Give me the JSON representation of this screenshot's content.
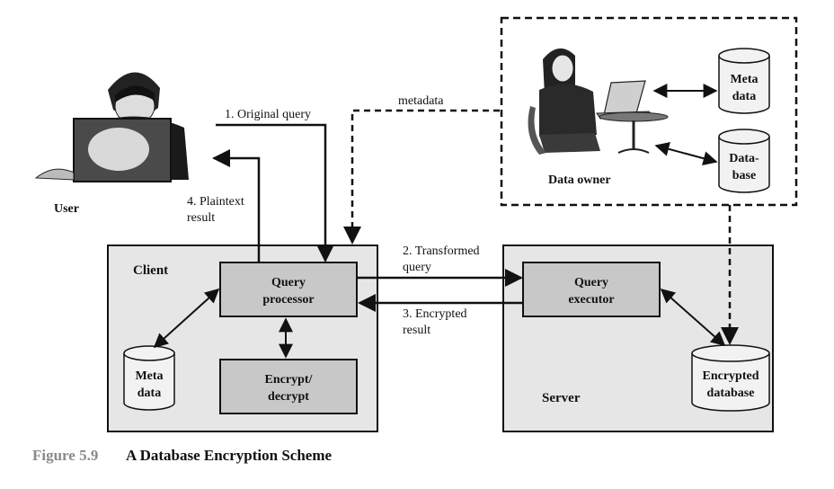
{
  "labels": {
    "user": "User",
    "data_owner": "Data owner",
    "client": "Client",
    "server": "Server",
    "query_processor_1": "Query",
    "query_processor_2": "processor",
    "encrypt_1": "Encrypt/",
    "encrypt_2": "decrypt",
    "query_executor_1": "Query",
    "query_executor_2": "executor",
    "client_meta_1": "Meta",
    "client_meta_2": "data",
    "owner_meta_1": "Meta",
    "owner_meta_2": "data",
    "owner_db_1": "Data-",
    "owner_db_2": "base",
    "enc_db_1": "Encrypted",
    "enc_db_2": "database"
  },
  "arrows": {
    "original_query": "1. Original query",
    "plaintext_1": "4. Plaintext",
    "plaintext_2": "result",
    "metadata": "metadata",
    "transformed_1": "2. Transformed",
    "transformed_2": "query",
    "encrypted_1": "3. Encrypted",
    "encrypted_2": "result"
  },
  "caption": {
    "number": "Figure 5.9",
    "title": "A Database Encryption Scheme"
  }
}
